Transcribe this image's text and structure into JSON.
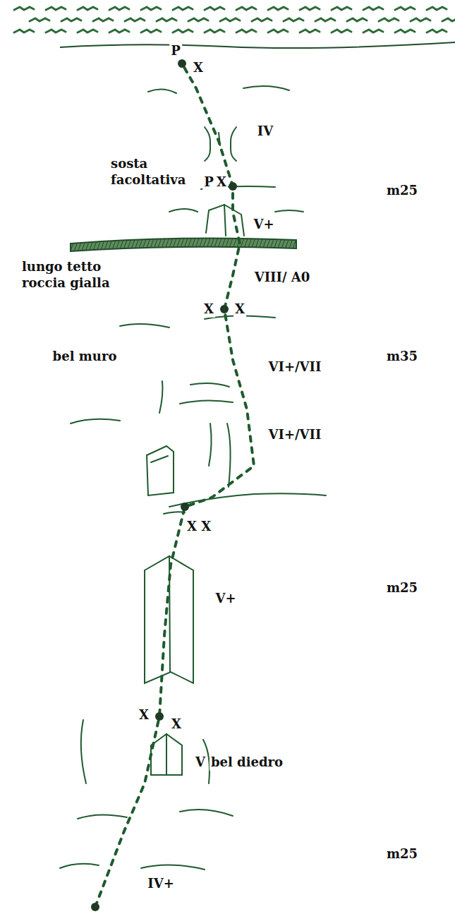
{
  "diagram": {
    "labels": [
      "P",
      "X",
      "IV",
      "sosta facoltativa",
      "P",
      "X",
      "m25",
      "V+",
      "lungo tetto roccia gialla",
      "VIII/ A0",
      "X",
      "X",
      "bel muro",
      "m35",
      "VI+/VII",
      "VI+/VII",
      "X X",
      "m25",
      "V+",
      "X",
      "X",
      "V",
      "bel diedro",
      "m25",
      "IV+"
    ]
  }
}
